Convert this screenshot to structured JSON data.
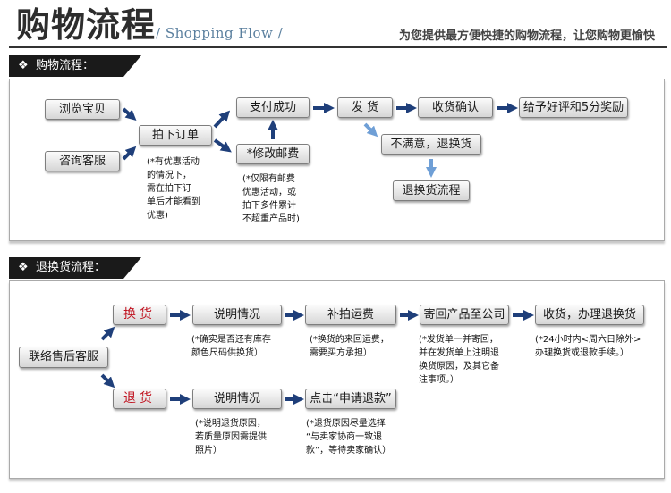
{
  "header": {
    "title": "购物流程",
    "subtitle": "/ Shopping Flow /",
    "slogan": "为您提供最方便快捷的购物流程，让您购物更愉快"
  },
  "shopping": {
    "tab": "购物流程：",
    "browse": "浏览宝贝",
    "consult": "咨询客服",
    "order": "拍下订单",
    "paid": "支付成功",
    "modify_postage": "*修改邮费",
    "ship": "发  货",
    "confirm": "收货确认",
    "review": "给予好评和5分奖励",
    "unsatisfied": "不满意，退换货",
    "return_flow": "退换货流程",
    "note_order": "(*有优惠活动\n的情况下，\n需在拍下订\n单后才能看到\n优惠)",
    "note_postage": "(*仅限有邮费\n优惠活动，或\n拍下多件累计\n不超重产品时)"
  },
  "returns": {
    "tab": "退换货流程：",
    "contact": "联络售后客服",
    "exchange": "换货",
    "refund": "退货",
    "explain1": "说明情况",
    "reship_fee": "补拍运费",
    "send_back": "寄回产品至公司",
    "receive": "收货，办理退换货",
    "explain2": "说明情况",
    "apply_refund": "点击“申请退款”",
    "note_explain1": "(*确实是否还有库存\n颜色尺码供换货）",
    "note_reship": "(*换货的来回运费，\n需要买方承担）",
    "note_send_back": "(*发货单一并寄回，\n并在发货单上注明退\n换货原因，及其它备\n注事项。）",
    "note_receive": "(*24小时内<周六日除外>\n办理换货或退款手续。）",
    "note_explain2": "(*说明退货原因，\n若质量原因需提供\n照片）",
    "note_apply": "(*退货原因尽量选择\n“与卖家协商一致退\n款”，等待卖家确认）"
  },
  "colors": {
    "arrow": "#1f3f7a",
    "arrow_light": "#6f9fd6",
    "accent_red": "#c0121f",
    "subtitle_blue": "#5a7f9e"
  },
  "icons": {
    "tab_icon": "four-diamond-icon",
    "arrow": "blue-arrow-icon"
  }
}
